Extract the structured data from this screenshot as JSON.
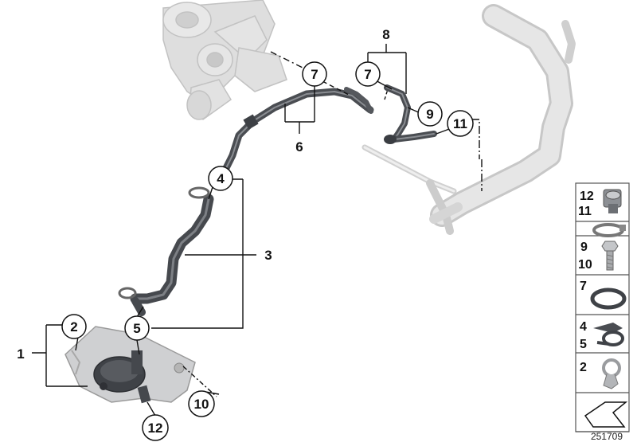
{
  "diagram": {
    "reference_number": "251709",
    "callouts": {
      "c1": "1",
      "c2": "2",
      "c3": "3",
      "c4": "4",
      "c5": "5",
      "c6": "6",
      "c7a": "7",
      "c7b": "7",
      "c8": "8",
      "c9": "9",
      "c10": "10",
      "c11": "11",
      "c12": "12"
    },
    "side_panel": {
      "p12": "12",
      "p11": "11",
      "p9": "9",
      "p10": "10",
      "p7": "7",
      "p4": "4",
      "p5": "5",
      "p2": "2"
    },
    "colors": {
      "ghost_part": "#dcdcdc",
      "ghost_outline": "#bdbdbd",
      "hose": "#4a4d52",
      "hose_highlight": "#8a8d92",
      "line": "#111111"
    }
  }
}
